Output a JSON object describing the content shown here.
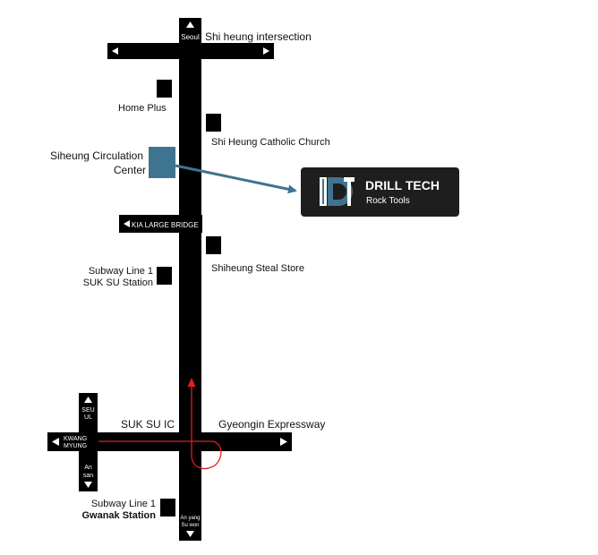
{
  "roads": {
    "top_road_label": "Shi heung intersection",
    "seoul_label": "Seoul",
    "kia_bridge_label": "KIA LARGE BRIDGE",
    "suk_su_ic_label": "SUK SU IC",
    "expressway_label": "Gyeongin Expressway",
    "kwangmyung_label_line1": "KWANG",
    "kwangmyung_label_line2": "MYUNG",
    "seoul_south_line1": "SEU",
    "seoul_south_line2": "UL",
    "ansan_line1": "An",
    "ansan_line2": "san",
    "anyang_line1": "An yang",
    "anyang_line2": "Su won"
  },
  "landmarks": {
    "home_plus": "Home Plus",
    "catholic_church": "Shi Heung Catholic Church",
    "circulation_center_line1": "Siheung Circulation",
    "circulation_center_line2": "Center",
    "steal_store": "Shiheung Steal Store",
    "suk_su_line1": "Subway Line 1",
    "suk_su_line2": "SUK SU Station",
    "gwanak_line1": "Subway Line 1",
    "gwanak_line2": "Gwanak Station"
  },
  "brand": {
    "name": "DRILL TECH",
    "tagline": "Rock Tools",
    "accent_color": "#3f7490",
    "box_color": "#1e1e1e"
  },
  "colors": {
    "road": "#000000",
    "route": "#e02020",
    "marker": "#3f7490"
  }
}
